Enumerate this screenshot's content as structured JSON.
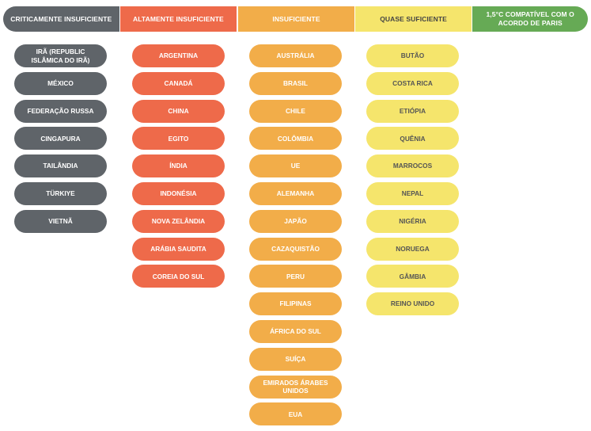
{
  "colors": {
    "critically": "#5f6469",
    "highly": "#ee6a4a",
    "insufficient": "#f2ad49",
    "almost": "#f5e56c",
    "compatible": "#66aa55"
  },
  "categories": [
    {
      "header": "CRITICAMENTE INSUFICIENTE",
      "items": [
        "IRÃ (REPUBLIC ISLÂMICA DO IRÃ)",
        "MÉXICO",
        "FEDERAÇÃO RUSSA",
        "CINGAPURA",
        "TAILÂNDIA",
        "TÜRKIYE",
        "VIETNÃ"
      ]
    },
    {
      "header": "ALTAMENTE INSUFICIENTE",
      "items": [
        "ARGENTINA",
        "CANADÁ",
        "CHINA",
        "EGITO",
        "ÍNDIA",
        "INDONÉSIA",
        "NOVA ZELÂNDIA",
        "ARÁBIA SAUDITA",
        "COREIA DO SUL"
      ]
    },
    {
      "header": "INSUFICIENTE",
      "items": [
        "AUSTRÁLIA",
        "BRASIL",
        "CHILE",
        "COLÔMBIA",
        "UE",
        "ALEMANHA",
        "JAPÃO",
        "CAZAQUISTÃO",
        "PERU",
        "FILIPINAS",
        "ÁFRICA DO SUL",
        "SUÍÇA",
        "EMIRADOS ÁRABES UNIDOS",
        "EUA"
      ]
    },
    {
      "header": "QUASE SUFICIENTE",
      "items": [
        "BUTÃO",
        "COSTA RICA",
        "ETIÓPIA",
        "QUÊNIA",
        "MARROCOS",
        "NEPAL",
        "NIGÉRIA",
        "NORUEGA",
        "GÂMBIA",
        "REINO UNIDO"
      ]
    },
    {
      "header": "1,5°C COMPATÍVEL COM O ACORDO DE PARIS",
      "items": []
    }
  ]
}
